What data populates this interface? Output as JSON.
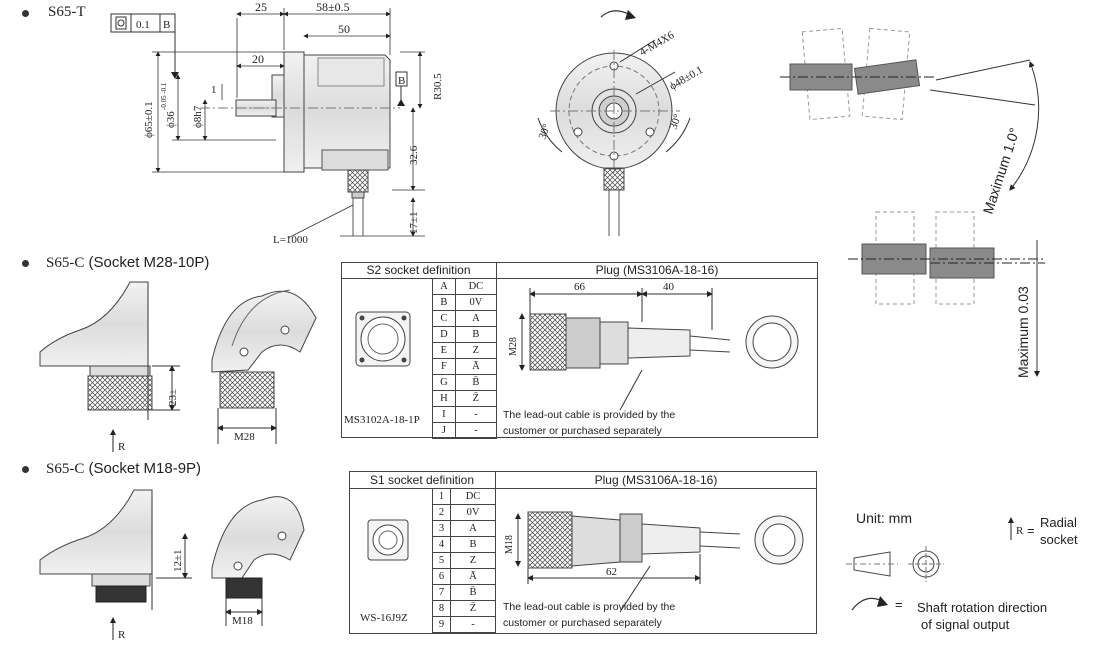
{
  "sections": {
    "t_model": "S65-T",
    "c1_model": "S65-C",
    "c1_socket": "(Socket M28-10P)",
    "c2_model": "S65-C",
    "c2_socket": "(Socket M18-9P)"
  },
  "dims_t": {
    "tolerance_flatness": "0.1",
    "datum": "B",
    "d25": "25",
    "d58": "58±0.5",
    "d50": "50",
    "d20": "20",
    "d1": "1",
    "d65": "ϕ65±0.1",
    "d36": "ϕ36",
    "d36_tol": "-0.05 -0.1",
    "d8": "ϕ8h7",
    "r30": "R30.5",
    "d32": "32.6",
    "d17": "17±1",
    "cable": "L=1000"
  },
  "front_view": {
    "m4": "4-M4X6",
    "d48": "ϕ48±0.1",
    "angle_left": "30°",
    "angle_right": "30°"
  },
  "tolerance_views": {
    "angular": "Maximum 1.0°",
    "radial": "Maximum 0.03"
  },
  "socket_m28": {
    "h23": "23±",
    "m28": "M28",
    "r_label": "R"
  },
  "socket_m18": {
    "h12": "12±1",
    "m18": "M18",
    "r_label": "R"
  },
  "s2_table": {
    "title": "S2 socket definition",
    "plug_title": "Plug (MS3106A-18-16)",
    "part": "MS3102A-18-1P",
    "pins": [
      [
        "A",
        "DC"
      ],
      [
        "B",
        "0V"
      ],
      [
        "C",
        "A"
      ],
      [
        "D",
        "B"
      ],
      [
        "E",
        "Z"
      ],
      [
        "F",
        "Ā"
      ],
      [
        "G",
        "B̄"
      ],
      [
        "H",
        "Z̄"
      ],
      [
        "I",
        "-"
      ],
      [
        "J",
        "-"
      ]
    ],
    "dim66": "66",
    "dim40": "40",
    "dim_m28": "M28",
    "note_line1": "The lead-out cable is provided by the",
    "note_line2": "customer or purchased separately"
  },
  "s1_table": {
    "title": "S1 socket definition",
    "plug_title": "Plug (MS3106A-18-16)",
    "part": "WS-16J9Z",
    "pins": [
      [
        "1",
        "DC"
      ],
      [
        "2",
        "0V"
      ],
      [
        "3",
        "A"
      ],
      [
        "4",
        "B"
      ],
      [
        "5",
        "Z"
      ],
      [
        "6",
        "Ā"
      ],
      [
        "7",
        "B̄"
      ],
      [
        "8",
        "Z̄"
      ],
      [
        "9",
        "-"
      ]
    ],
    "dim62": "62",
    "dim_m18": "M18",
    "note_line1": "The lead-out cable is provided by the",
    "note_line2": "customer or purchased separately"
  },
  "legend": {
    "unit": "Unit: mm",
    "radial_r": "R",
    "radial_eq": "=",
    "radial_1": "Radial",
    "radial_2": "socket",
    "rot_eq": "=",
    "rot_1": "Shaft rotation direction",
    "rot_2": "of signal output"
  }
}
